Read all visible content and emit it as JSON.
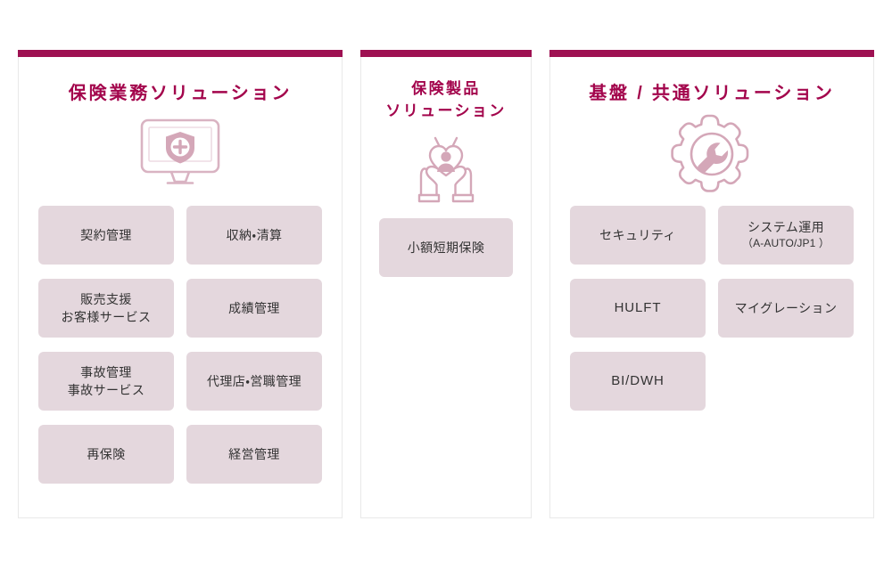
{
  "theme": {
    "accent_bar": "#9e1152",
    "title_color": "#a3054c",
    "tile_bg": "#e4d7dd",
    "tile_text": "#333333",
    "icon_color": "#d4a7b8",
    "card_border": "#e9e9e9",
    "page_bg": "#ffffff"
  },
  "columns": [
    {
      "title": "保険業務ソリューション",
      "title_lines": [
        "保険業務ソリューション"
      ],
      "icon": "monitor-shield-plus-icon",
      "tiles": [
        {
          "label": "契約管理"
        },
        {
          "label": "収納・清算"
        },
        {
          "label": "販売支援\nお客様サービス"
        },
        {
          "label": "成績管理"
        },
        {
          "label": "事故管理\n事故サービス"
        },
        {
          "label": "代理店・営職管理"
        },
        {
          "label": "再保険"
        },
        {
          "label": "経営管理"
        }
      ]
    },
    {
      "title": "保険製品ソリューション",
      "title_lines": [
        "保険製品",
        "ソリューション"
      ],
      "icon": "hands-heart-person-icon",
      "tiles": [
        {
          "label": "小額短期保険"
        }
      ]
    },
    {
      "title": "基盤 / 共通ソリューション",
      "title_lines": [
        "基盤 / 共通ソリューション"
      ],
      "icon": "gear-wrench-icon",
      "tiles": [
        {
          "label": "セキュリティ"
        },
        {
          "label": "システム運用",
          "sub": "（A-AUTO/JP1 ）"
        },
        {
          "label": "HULFT",
          "latin": true
        },
        {
          "label": "マイグレーション"
        },
        {
          "label": "BI/DWH",
          "latin": true
        }
      ]
    }
  ]
}
